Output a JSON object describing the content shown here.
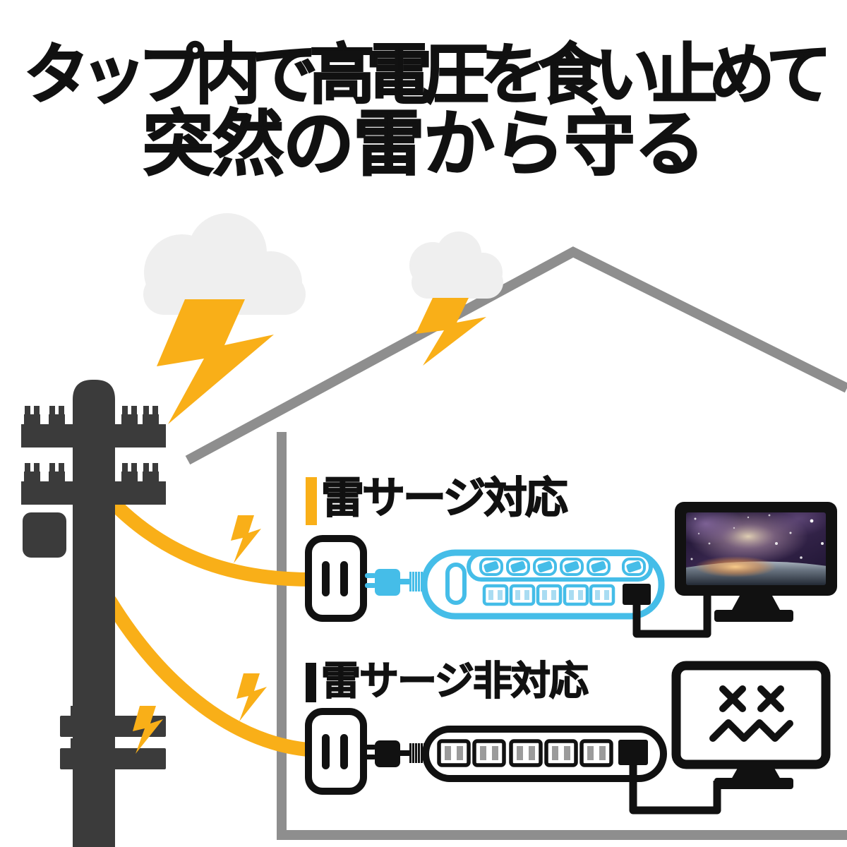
{
  "headline": {
    "line1": "タップ内で高電圧を食い止めて",
    "line2": "突然の雷から守る"
  },
  "scenes": {
    "protected": {
      "label": "雷サージ対応",
      "marker_color": "#F9AF18",
      "strip_color": "#45BDE8",
      "monitor_screen": "galaxy-wallpaper-normal"
    },
    "unprotected": {
      "label": "雷サージ非対応",
      "marker_color": "#111111",
      "strip_color": "#111111",
      "monitor_screen": "dead-face"
    }
  },
  "icons": {
    "lightning_bolt": "zigzag-flash",
    "storm_cloud": "cloud",
    "utility_pole": "power-pole-with-crossarms-and-transformer",
    "wall_outlet": "two-slot-outlet",
    "power_strip": "six-switch-power-strip",
    "monitor": "desktop-monitor"
  },
  "colors": {
    "background": "#FFFFFF",
    "ink": "#111111",
    "yellow": "#F9AF18",
    "blue": "#45BDE8",
    "blue_light": "#A9DCF2",
    "pole_gray": "#3B3B3B",
    "house_gray": "#8E8E8E",
    "cloud_gray": "#EFEFEF",
    "slot_gray": "#9B9B9B"
  }
}
